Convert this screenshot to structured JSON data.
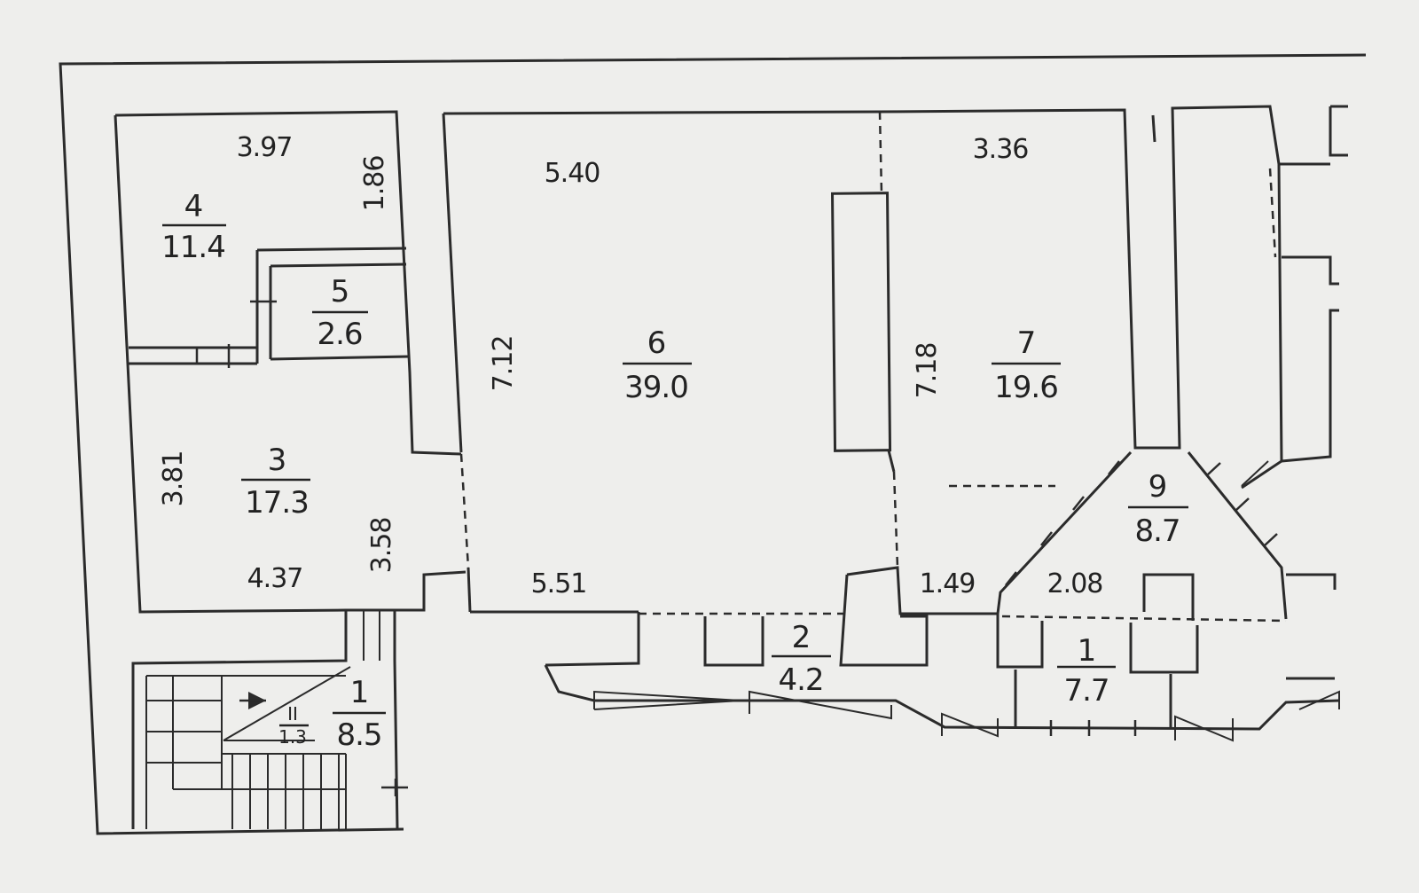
{
  "rooms": [
    {
      "number": "4",
      "area": "11.4"
    },
    {
      "number": "5",
      "area": "2.6"
    },
    {
      "number": "3",
      "area": "17.3"
    },
    {
      "number": "6",
      "area": "39.0"
    },
    {
      "number": "7",
      "area": "19.6"
    },
    {
      "number": "9",
      "area": "8.7"
    },
    {
      "number": "2",
      "area": "4.2"
    },
    {
      "number": "1",
      "area": "7.7"
    },
    {
      "number": "1",
      "area": "8.5"
    },
    {
      "number": "II",
      "area": "1.3"
    }
  ],
  "dimensions": {
    "room4_width": "3.97",
    "room4_side": "1.86",
    "room6_width": "5.40",
    "room7_width": "3.36",
    "room6_height": "7.12",
    "room7_height": "7.18",
    "room3_height": "3.81",
    "room3_width": "4.37",
    "room3_side": "3.58",
    "room6_bottom": "5.51",
    "corridor_a": "1.49",
    "corridor_b": "2.08"
  }
}
